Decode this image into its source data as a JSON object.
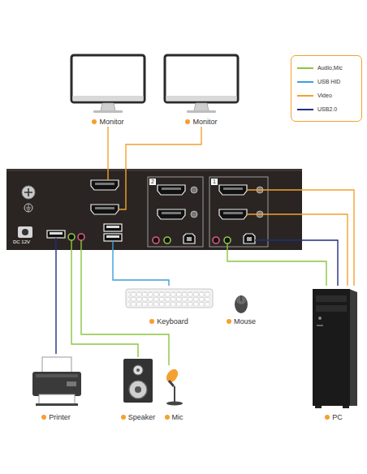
{
  "diagram": {
    "nodes": [
      {
        "text": [
          "Monitor"
        ]
      },
      {
        "text": [
          "Monitor"
        ]
      },
      {
        "text": [
          "2",
          "1",
          "DC 12V"
        ]
      },
      {
        "text": [
          "Keyboard"
        ]
      },
      {
        "text": [
          "Mouse"
        ]
      },
      {
        "text": [
          "Printer"
        ]
      },
      {
        "text": [
          "Speaker"
        ]
      },
      {
        "text": [
          "Mic"
        ]
      },
      {
        "text": [
          "PC"
        ]
      }
    ],
    "edges": [
      {
        "from": 2,
        "to": 0,
        "arrow": "none"
      },
      {
        "from": 2,
        "to": 1,
        "arrow": "none"
      },
      {
        "from": 2,
        "to": 3,
        "arrow": "none"
      },
      {
        "from": 2,
        "to": 5,
        "arrow": "none"
      },
      {
        "from": 2,
        "to": 6,
        "arrow": "none"
      },
      {
        "from": 2,
        "to": 7,
        "arrow": "none"
      },
      {
        "from": 2,
        "to": 8,
        "arrow": "none"
      },
      {
        "from": 2,
        "to": 8,
        "arrow": "none"
      },
      {
        "from": 2,
        "to": 8,
        "arrow": "none"
      },
      {
        "from": 2,
        "to": 8,
        "arrow": "none"
      }
    ],
    "legend": [
      {
        "text": "Audio,Mic",
        "color": "#8cc63e"
      },
      {
        "text": "USB HID",
        "color": "#3aa0e0"
      },
      {
        "text": "Video",
        "color": "#f5a030"
      },
      {
        "text": "USB2.0",
        "color": "#1f2f7f"
      }
    ]
  }
}
